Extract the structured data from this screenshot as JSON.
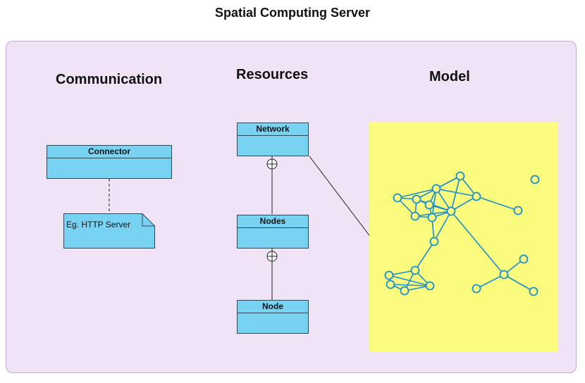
{
  "title": "Spatial Computing Server",
  "sections": {
    "communication": "Communication",
    "resources": "Resources",
    "model": "Model"
  },
  "classes": {
    "connector": "Connector",
    "network": "Network",
    "nodes": "Nodes",
    "node": "Node"
  },
  "note": "Eg. HTTP Server",
  "colors": {
    "container_fill": "#f1e3f6",
    "class_fill": "#78d2f2",
    "model_fill": "#fbfb7e",
    "graph_line": "#1a8fd0"
  },
  "icons": [
    "composition-circle-plus-icon"
  ]
}
